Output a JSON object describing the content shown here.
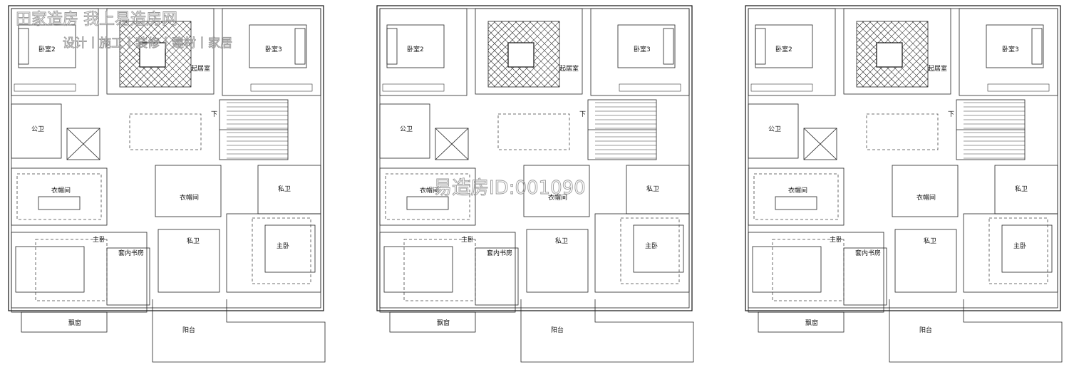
{
  "watermark": {
    "line1": "田家造房 我上易造房网",
    "line2": "设计丨施工丨装修丨建材丨家居",
    "center_text": "易造房ID:001090"
  },
  "plans": [
    {
      "id": "plan-1",
      "rooms": {
        "bedroom2": "卧室2",
        "bedroom3": "卧室3",
        "living": "起居室",
        "public_bath": "公卫",
        "down": "下",
        "walkin_left": "衣帽间",
        "walkin_right": "衣帽间",
        "private_bath_top": "私卫",
        "private_bath_mid": "私卫",
        "master_left": "主卧",
        "master_right": "主卧",
        "study": "套内书房",
        "bay_window": "飘窗",
        "balcony": "阳台"
      }
    },
    {
      "id": "plan-2",
      "rooms": {
        "bedroom2": "卧室2",
        "bedroom3": "卧室3",
        "living": "起居室",
        "public_bath": "公卫",
        "down": "下",
        "walkin_left": "衣帽间",
        "walkin_right": "衣帽间",
        "private_bath_top": "私卫",
        "private_bath_mid": "私卫",
        "master_left": "主卧",
        "master_right": "主卧",
        "study": "套内书房",
        "bay_window": "飘窗",
        "balcony": "阳台"
      }
    },
    {
      "id": "plan-3",
      "rooms": {
        "bedroom2": "卧室2",
        "bedroom3": "卧室3",
        "living": "起居室",
        "public_bath": "公卫",
        "down": "下",
        "walkin_left": "衣帽间",
        "walkin_right": "衣帽间",
        "private_bath_top": "私卫",
        "private_bath_mid": "私卫",
        "master_left": "主卧",
        "master_right": "主卧",
        "study": "套内书房",
        "bay_window": "飘窗",
        "balcony": "阳台"
      }
    }
  ]
}
